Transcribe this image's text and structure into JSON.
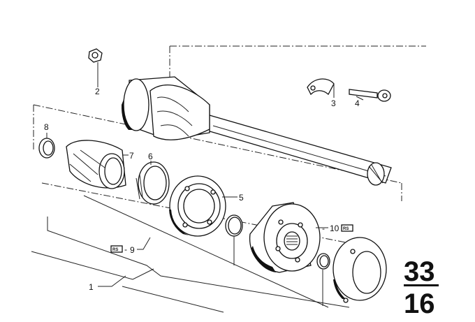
{
  "diagram": {
    "labels": {
      "p1": "1",
      "p2": "2",
      "p3": "3",
      "p4": "4",
      "p5": "5",
      "p6": "6",
      "p7": "7",
      "p8": "8",
      "p9": "9",
      "p10": "10",
      "rs9": "RS",
      "rs10": "RS"
    },
    "group_number": "33",
    "subgroup_number": "16"
  }
}
